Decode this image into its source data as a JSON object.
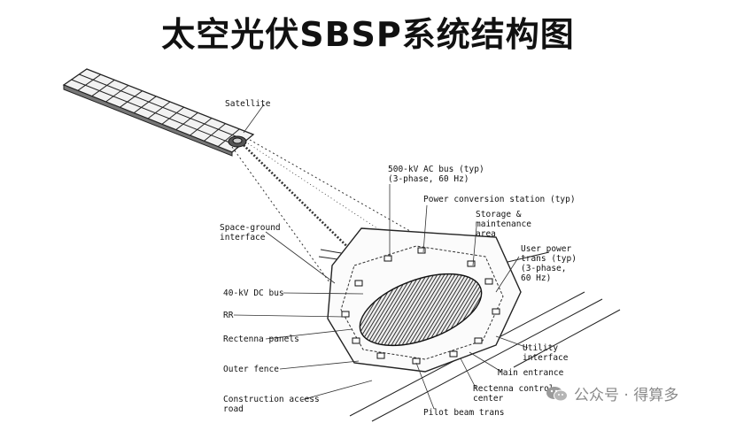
{
  "title": "太空光伏SBSP系统结构图",
  "labels": {
    "satellite": "Satellite",
    "ac_bus": "500-kV AC bus (typ)\n(3-phase, 60 Hz)",
    "power_conversion": "Power conversion station (typ)",
    "storage": "Storage &\nmaintenance\narea",
    "user_power": "User power\ntrans (typ)\n(3-phase,\n60 Hz)",
    "space_ground": "Space-ground\ninterface",
    "dc_bus": "40-kV DC bus",
    "rr": "RR",
    "rectenna_panels": "Rectenna panels",
    "outer_fence": "Outer fence",
    "construction_road": "Construction access\nroad",
    "utility_interface": "Utility\ninterface",
    "main_entrance": "Main entrance",
    "control_center": "Rectenna control\ncenter",
    "pilot_beam": "Pilot beam trans"
  },
  "watermark": {
    "icon": "wechat-icon",
    "text": "公众号 · 得算多"
  }
}
